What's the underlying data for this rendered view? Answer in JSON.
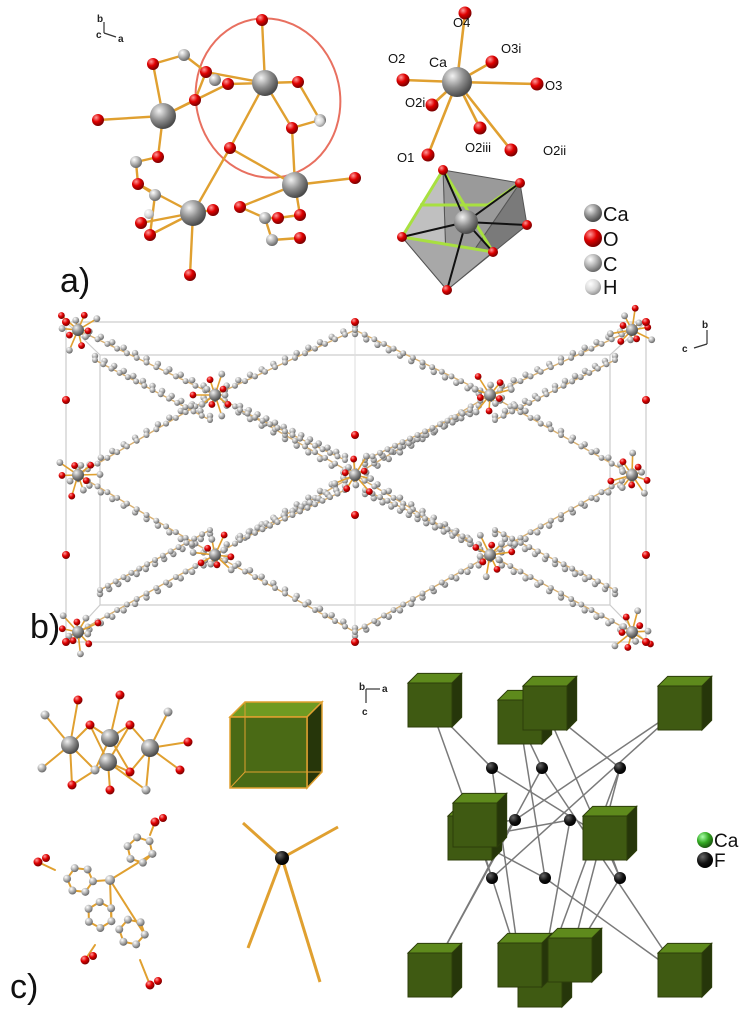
{
  "panel_labels": {
    "a": "a)",
    "b": "b)",
    "c": "c)"
  },
  "axes": {
    "a": {
      "up": "b",
      "side": "a",
      "out": "c"
    },
    "b": {
      "up": "b",
      "side": "c"
    },
    "c": {
      "side": "a",
      "down": "c",
      "out": "b"
    }
  },
  "coordination_labels": {
    "center": "Ca",
    "o4": "O4",
    "o2": "O2",
    "o3i": "O3i",
    "o3": "O3",
    "o2i": "O2i",
    "o1": "O1",
    "o2iii": "O2iii",
    "o2ii": "O2ii"
  },
  "legend_a": [
    {
      "label": "Ca",
      "color": "#9a9a9a"
    },
    {
      "label": "O",
      "color": "#e00000"
    },
    {
      "label": "C",
      "color": "#a8a8a8"
    },
    {
      "label": "H",
      "color": "#d8d8d8"
    }
  ],
  "legend_c": [
    {
      "label": "Ca",
      "color": "#33aa22"
    },
    {
      "label": "F",
      "color": "#111111"
    }
  ],
  "colors": {
    "oxygen": "#e00000",
    "calcium": "#8f8f8f",
    "carbon": "#b0b0b0",
    "bond": "#e0a030",
    "polyhedron": "#3f5a12",
    "highlight": "#e87060",
    "cell": "#cccccc",
    "node": "#111111"
  }
}
